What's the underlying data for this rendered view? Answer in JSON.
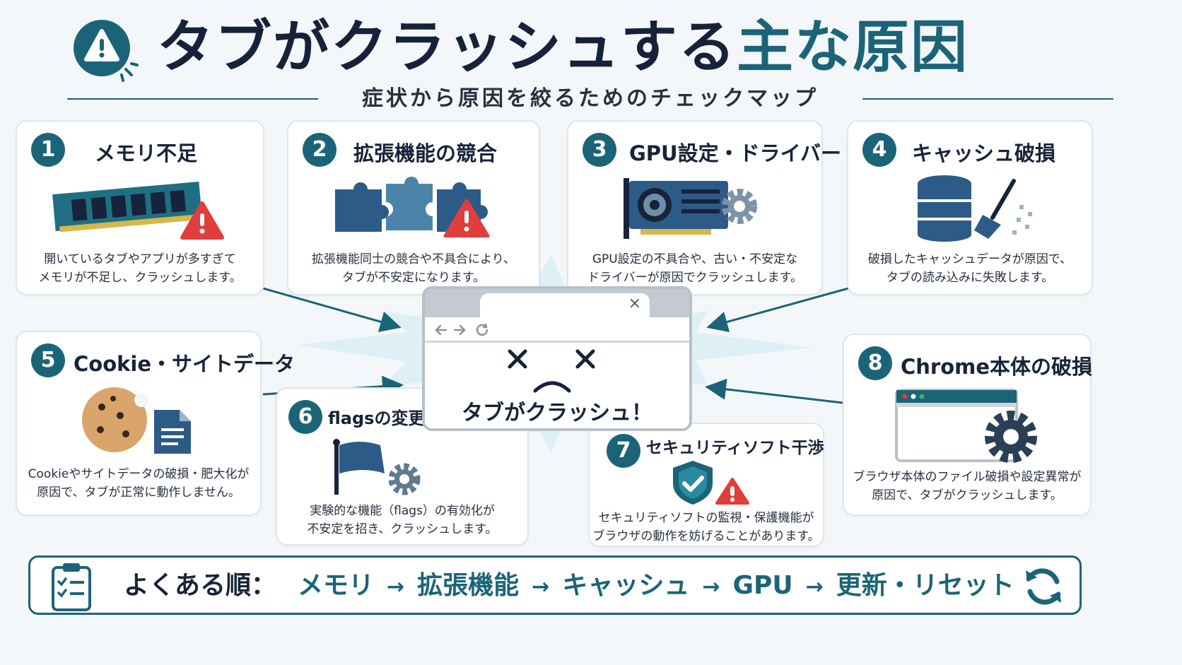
{
  "header": {
    "title_main": "タブがクラッシュする",
    "title_highlight": "主な原因",
    "subtitle": "症状から原因を絞るためのチェックマップ",
    "warning_icon": "warning-triangle-icon"
  },
  "colors": {
    "accent": "#1b6478",
    "navy": "#16213a",
    "warning_red": "#e03d3d",
    "part_blue": "#2d5b87"
  },
  "causes": [
    {
      "num": "1",
      "title": "メモリ不足",
      "desc": [
        "開いているタブやアプリが多すぎて",
        "メモリが不足し、クラッシュします。"
      ],
      "icon": "memory-module-icon"
    },
    {
      "num": "2",
      "title": "拡張機能の競合",
      "desc": [
        "拡張機能同士の競合や不具合により、",
        "タブが不安定になります。"
      ],
      "icon": "puzzle-pieces-icon"
    },
    {
      "num": "3",
      "title": "GPU設定・ドライバー",
      "desc": [
        "GPU設定の不具合や、古い・不安定な",
        "ドライバーが原因でクラッシュします。"
      ],
      "icon": "gpu-card-icon"
    },
    {
      "num": "4",
      "title": "キャッシュ破損",
      "desc": [
        "破損したキャッシュデータが原因で、",
        "タブの読み込みに失敗します。"
      ],
      "icon": "database-broom-icon"
    },
    {
      "num": "5",
      "title": "Cookie・サイトデータ",
      "desc": [
        "Cookieやサイトデータの破損・肥大化が",
        "原因で、タブが正常に動作しません。"
      ],
      "icon": "cookie-document-icon"
    },
    {
      "num": "6",
      "title": "flagsの変更",
      "desc": [
        "実験的な機能（flags）の有効化が",
        "不安定を招き、クラッシュします。"
      ],
      "icon": "flag-gear-icon"
    },
    {
      "num": "7",
      "title": "セキュリティソフト干渉",
      "desc": [
        "セキュリティソフトの監視・保護機能が",
        "ブラウザの動作を妨げることがあります。"
      ],
      "icon": "shield-check-icon"
    },
    {
      "num": "8",
      "title": "Chrome本体の破損",
      "desc": [
        "ブラウザ本体のファイル破損や設定異常が",
        "原因で、タブがクラッシュします。"
      ],
      "icon": "browser-gear-icon"
    }
  ],
  "center": {
    "crash_label": "タブがクラッシュ！",
    "close_glyph": "×",
    "face_icon": "sad-face-icon"
  },
  "bottom": {
    "label": "よくある順：",
    "steps": [
      "メモリ",
      "拡張機能",
      "キャッシュ",
      "GPU",
      "更新・リセット"
    ],
    "arrow": "→",
    "icon": "refresh-icon"
  }
}
